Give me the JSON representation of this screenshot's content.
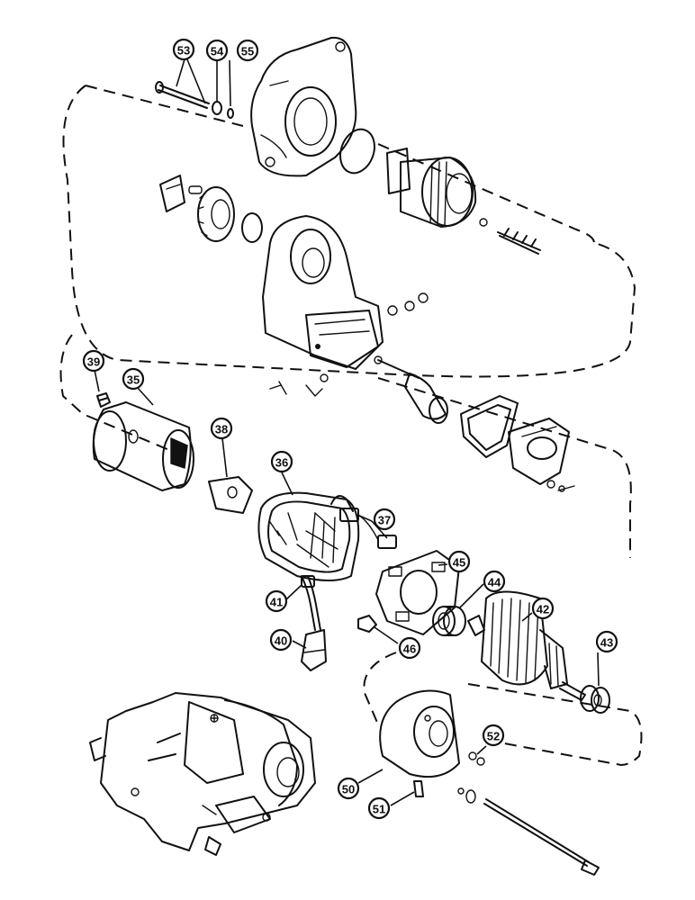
{
  "callouts": [
    {
      "id": "c53",
      "label": "53"
    },
    {
      "id": "c54",
      "label": "54"
    },
    {
      "id": "c55",
      "label": "55"
    },
    {
      "id": "c39",
      "label": "39"
    },
    {
      "id": "c35",
      "label": "35"
    },
    {
      "id": "c38",
      "label": "38"
    },
    {
      "id": "c36",
      "label": "36"
    },
    {
      "id": "c37",
      "label": "37"
    },
    {
      "id": "c45",
      "label": "45"
    },
    {
      "id": "c44",
      "label": "44"
    },
    {
      "id": "c42",
      "label": "42"
    },
    {
      "id": "c41",
      "label": "41"
    },
    {
      "id": "c40",
      "label": "40"
    },
    {
      "id": "c46",
      "label": "46"
    },
    {
      "id": "c43",
      "label": "43"
    },
    {
      "id": "c52",
      "label": "52"
    },
    {
      "id": "c50",
      "label": "50"
    },
    {
      "id": "c51",
      "label": "51"
    }
  ]
}
